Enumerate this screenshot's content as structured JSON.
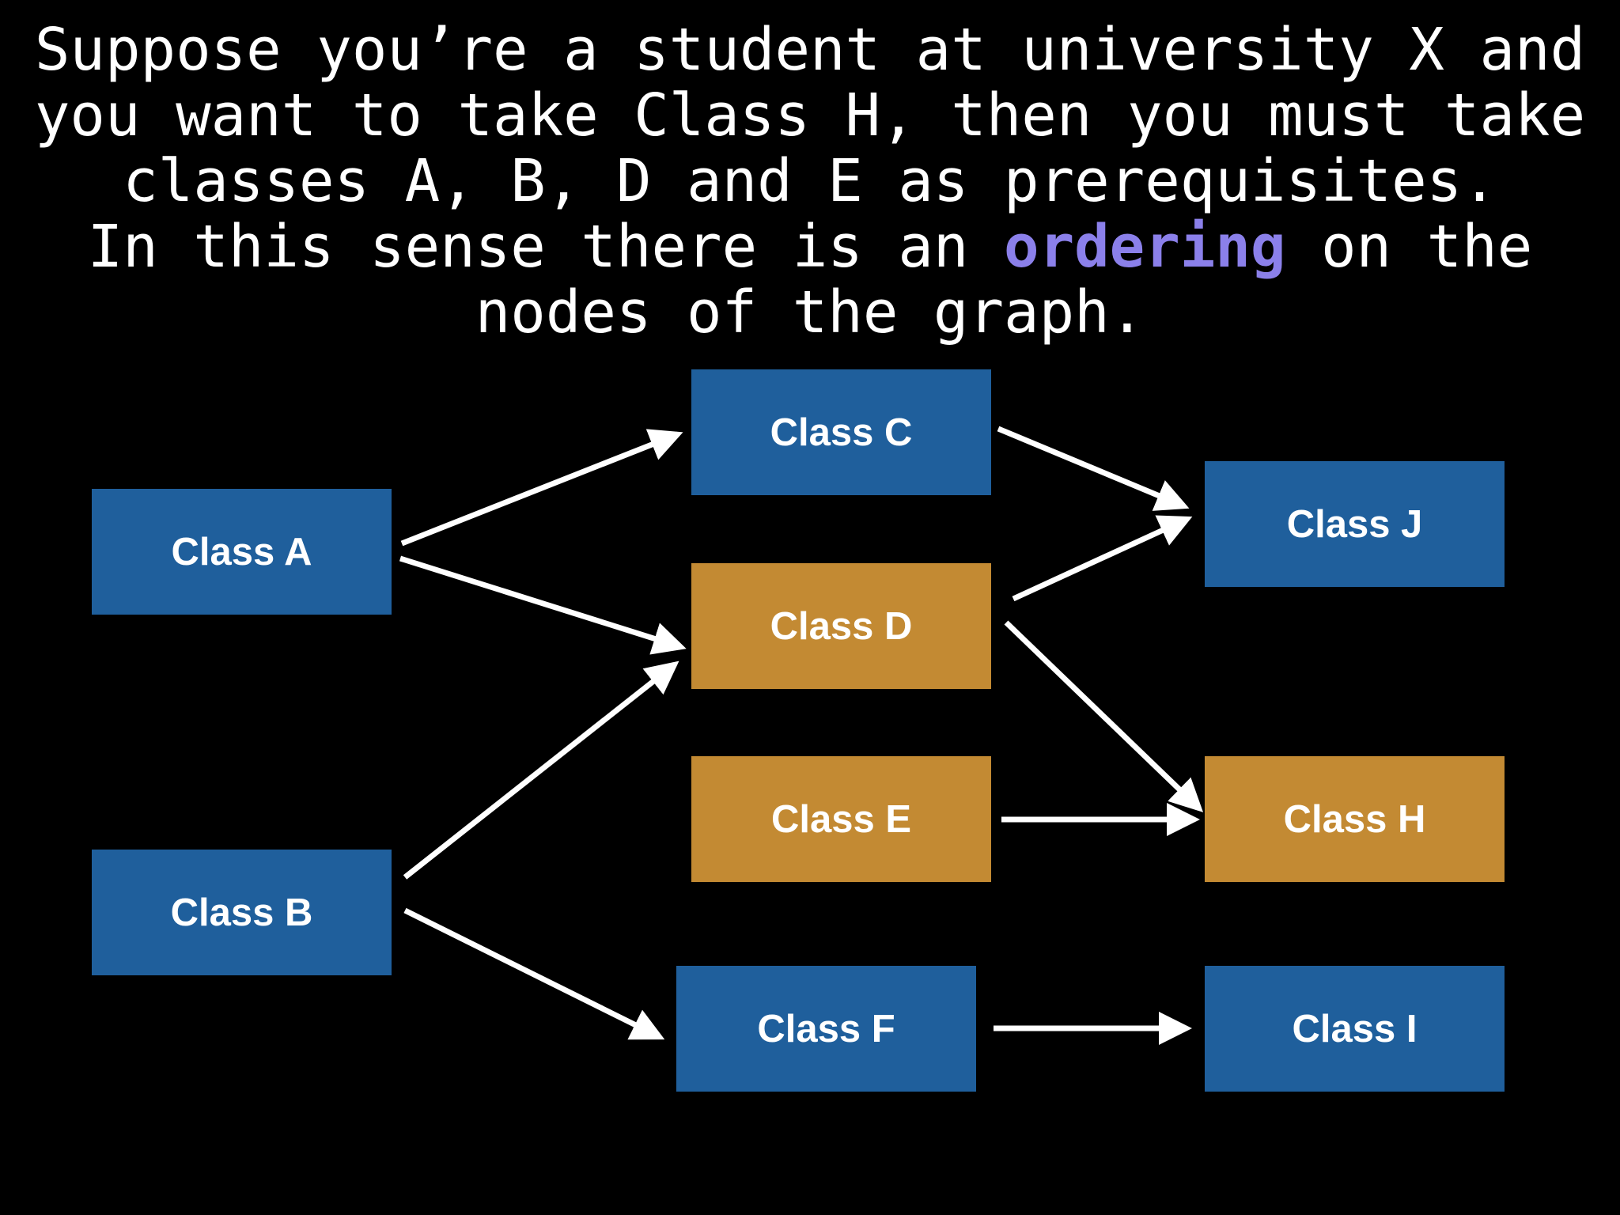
{
  "heading": {
    "line1": "Suppose you’re a student at university X and",
    "line2": "you want to take Class H, then you must take",
    "line3": "classes A, B, D and E as prerequisites.",
    "line4_before": "In this sense there is an ",
    "line4_highlight": "ordering",
    "line4_after": " on the",
    "line5": "nodes of the graph."
  },
  "colors": {
    "background": "#000000",
    "text": "#ffffff",
    "highlight": "#8b80ea",
    "node_default": "#1f5f9c",
    "node_prerequisite": "#c38a33",
    "edge": "#ffffff"
  },
  "nodes": {
    "a": {
      "label": "Class A",
      "role": "prerequisite-of-H"
    },
    "b": {
      "label": "Class B",
      "role": "prerequisite-of-H"
    },
    "c": {
      "label": "Class C",
      "role": "other"
    },
    "d": {
      "label": "Class D",
      "role": "prerequisite-of-H"
    },
    "e": {
      "label": "Class E",
      "role": "prerequisite-of-H"
    },
    "f": {
      "label": "Class F",
      "role": "other"
    },
    "j": {
      "label": "Class J",
      "role": "other"
    },
    "h": {
      "label": "Class H",
      "role": "target"
    },
    "i": {
      "label": "Class I",
      "role": "other"
    }
  },
  "edges": [
    {
      "from": "Class A",
      "to": "Class C"
    },
    {
      "from": "Class A",
      "to": "Class D"
    },
    {
      "from": "Class B",
      "to": "Class D"
    },
    {
      "from": "Class B",
      "to": "Class F"
    },
    {
      "from": "Class C",
      "to": "Class J"
    },
    {
      "from": "Class D",
      "to": "Class J"
    },
    {
      "from": "Class D",
      "to": "Class H"
    },
    {
      "from": "Class E",
      "to": "Class H"
    },
    {
      "from": "Class F",
      "to": "Class I"
    }
  ]
}
